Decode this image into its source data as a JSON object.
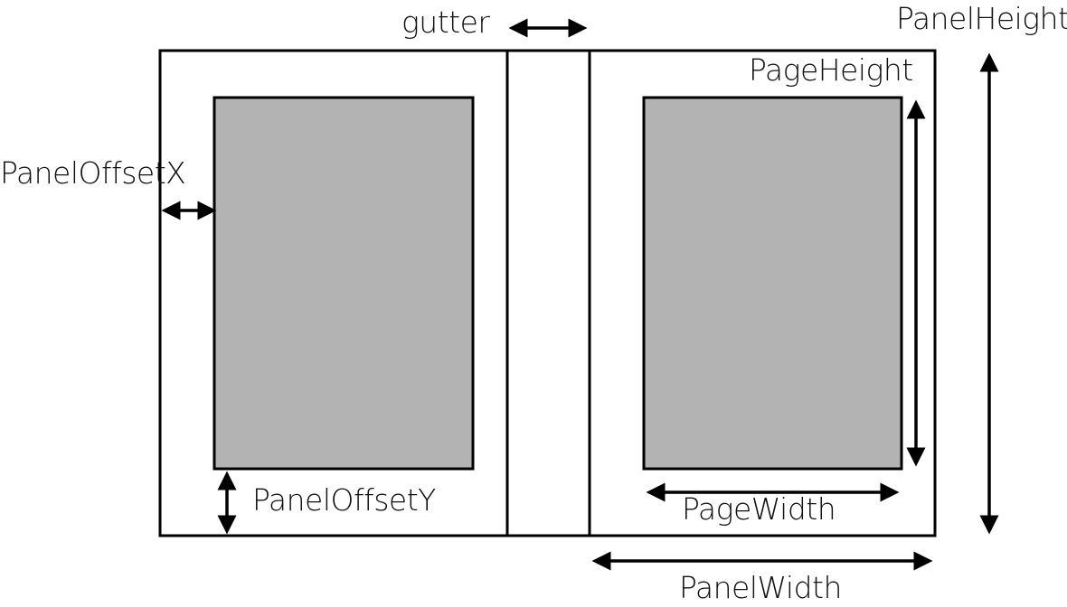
{
  "labels": {
    "gutter": "gutter",
    "panel_height": "PanelHeight",
    "page_height": "PageHeight",
    "panel_offset_x": "PanelOffsetX",
    "panel_offset_y": "PanelOffsetY",
    "page_width": "PageWidth",
    "panel_width": "PanelWidth"
  },
  "colors": {
    "page_fill": "#b3b3b3",
    "line": "#000000",
    "background": "#ffffff"
  }
}
